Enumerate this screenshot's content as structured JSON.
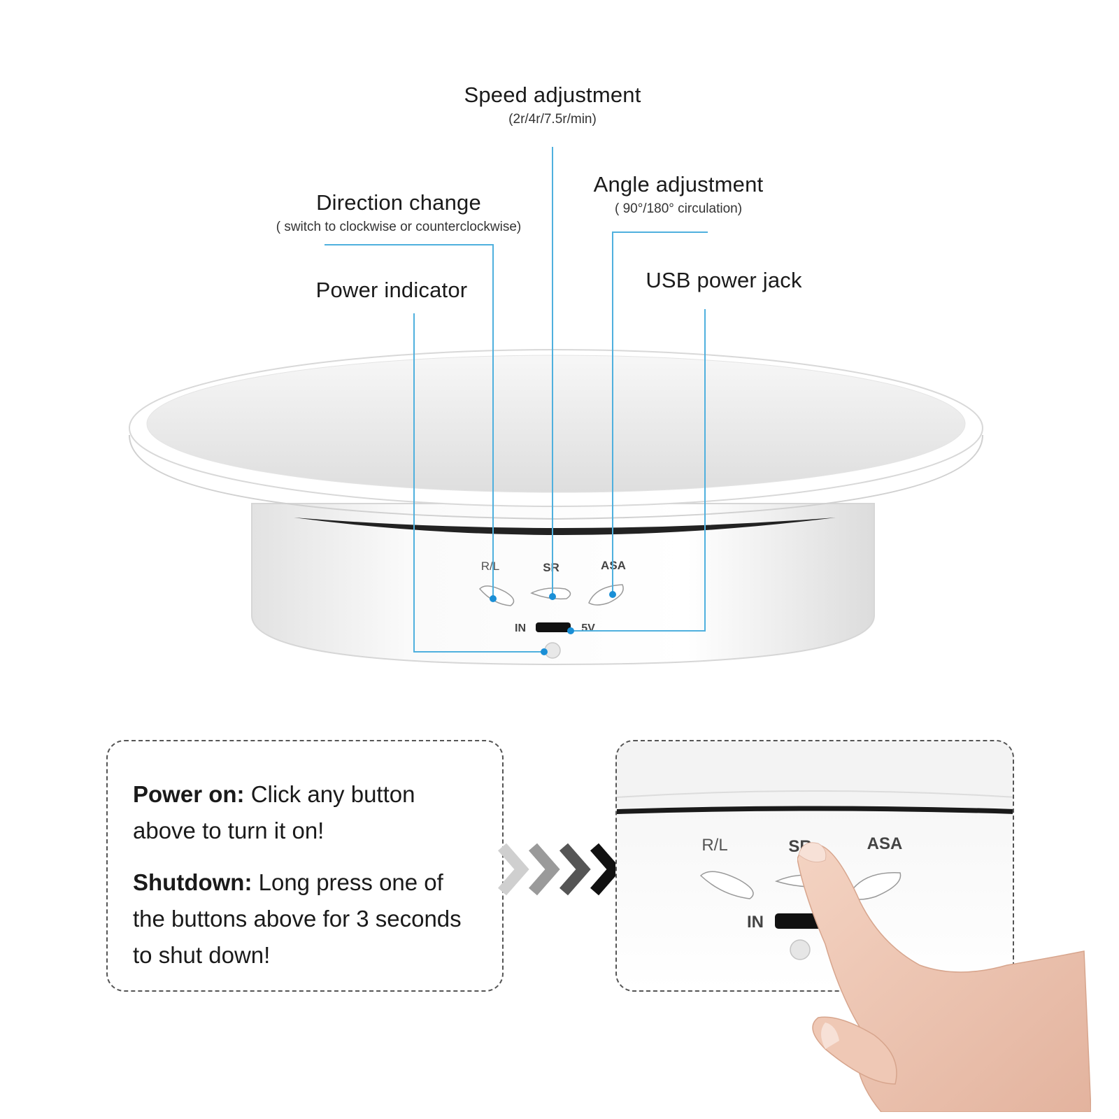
{
  "callouts": {
    "speed": {
      "title": "Speed adjustment",
      "sub": "(2r/4r/7.5r/min)"
    },
    "angle": {
      "title": "Angle adjustment",
      "sub": "( 90°/180° circulation)"
    },
    "direction": {
      "title": "Direction change",
      "sub": "(  switch to clockwise or counterclockwise)"
    },
    "power_indicator": {
      "title": "Power indicator"
    },
    "usb": {
      "title": "USB power jack"
    }
  },
  "device_labels": {
    "rl": "R/L",
    "sr": "SR",
    "asa": "ASA",
    "in": "IN",
    "v5": "5V"
  },
  "instructions": {
    "power_on_label": "Power on:",
    "power_on_text": "Click any button above to turn it on!",
    "shutdown_label": "Shutdown:",
    "shutdown_text": "Long press one of the buttons above for 3 seconds to shut down!"
  },
  "zoom_labels": {
    "rl": "R/L",
    "sr": "SR",
    "asa": "ASA",
    "in": "IN"
  },
  "colors": {
    "leader_line": "#4fb0de",
    "dot": "#1a8fd6",
    "arrow_light": "#c8c8c8",
    "arrow_dark": "#111111"
  }
}
